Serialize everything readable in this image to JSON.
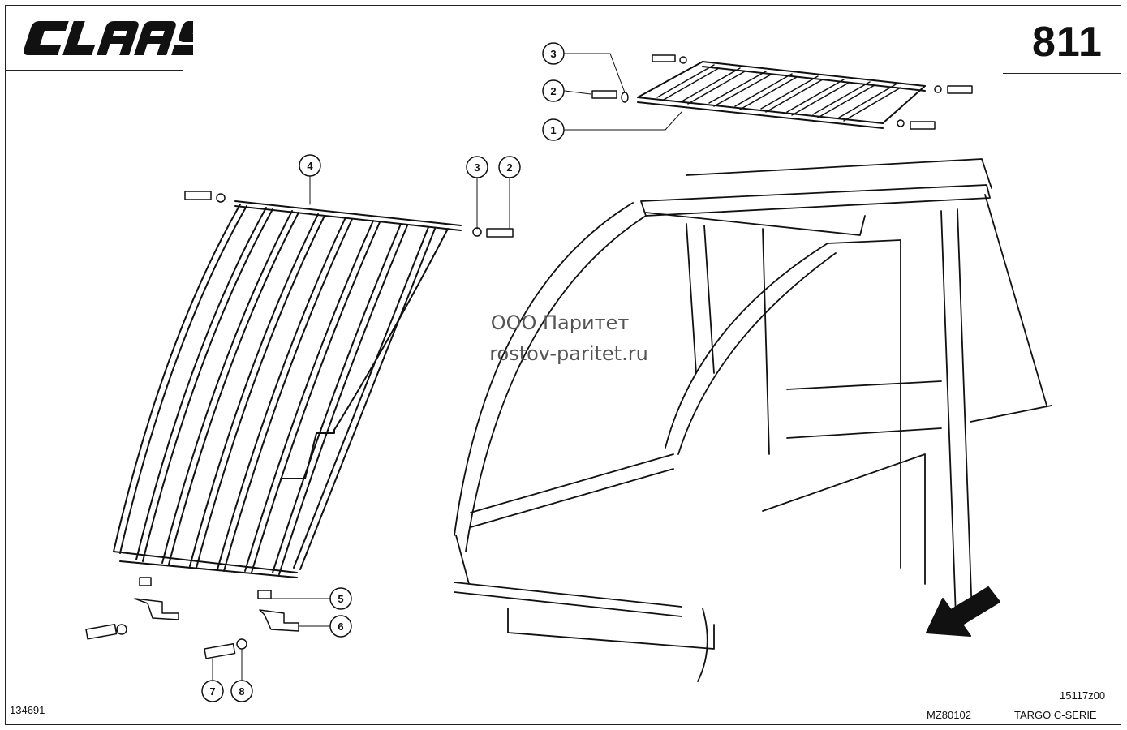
{
  "header": {
    "brand_logo": "CLAAS",
    "page_number": "811"
  },
  "watermark": {
    "line1": "ООО Паритет",
    "line2": "rostov-paritet.ru"
  },
  "callouts": {
    "c1": "1",
    "c2a": "2",
    "c3a": "3",
    "c4": "4",
    "c3b": "3",
    "c2b": "2",
    "c5": "5",
    "c6": "6",
    "c7": "7",
    "c8": "8"
  },
  "footer": {
    "left_code": "134691",
    "drawing_number": "MZ80102",
    "revision_code": "15117z00",
    "series": "TARGO C-SERIE"
  },
  "icons": {
    "direction": "arrow-icon"
  }
}
